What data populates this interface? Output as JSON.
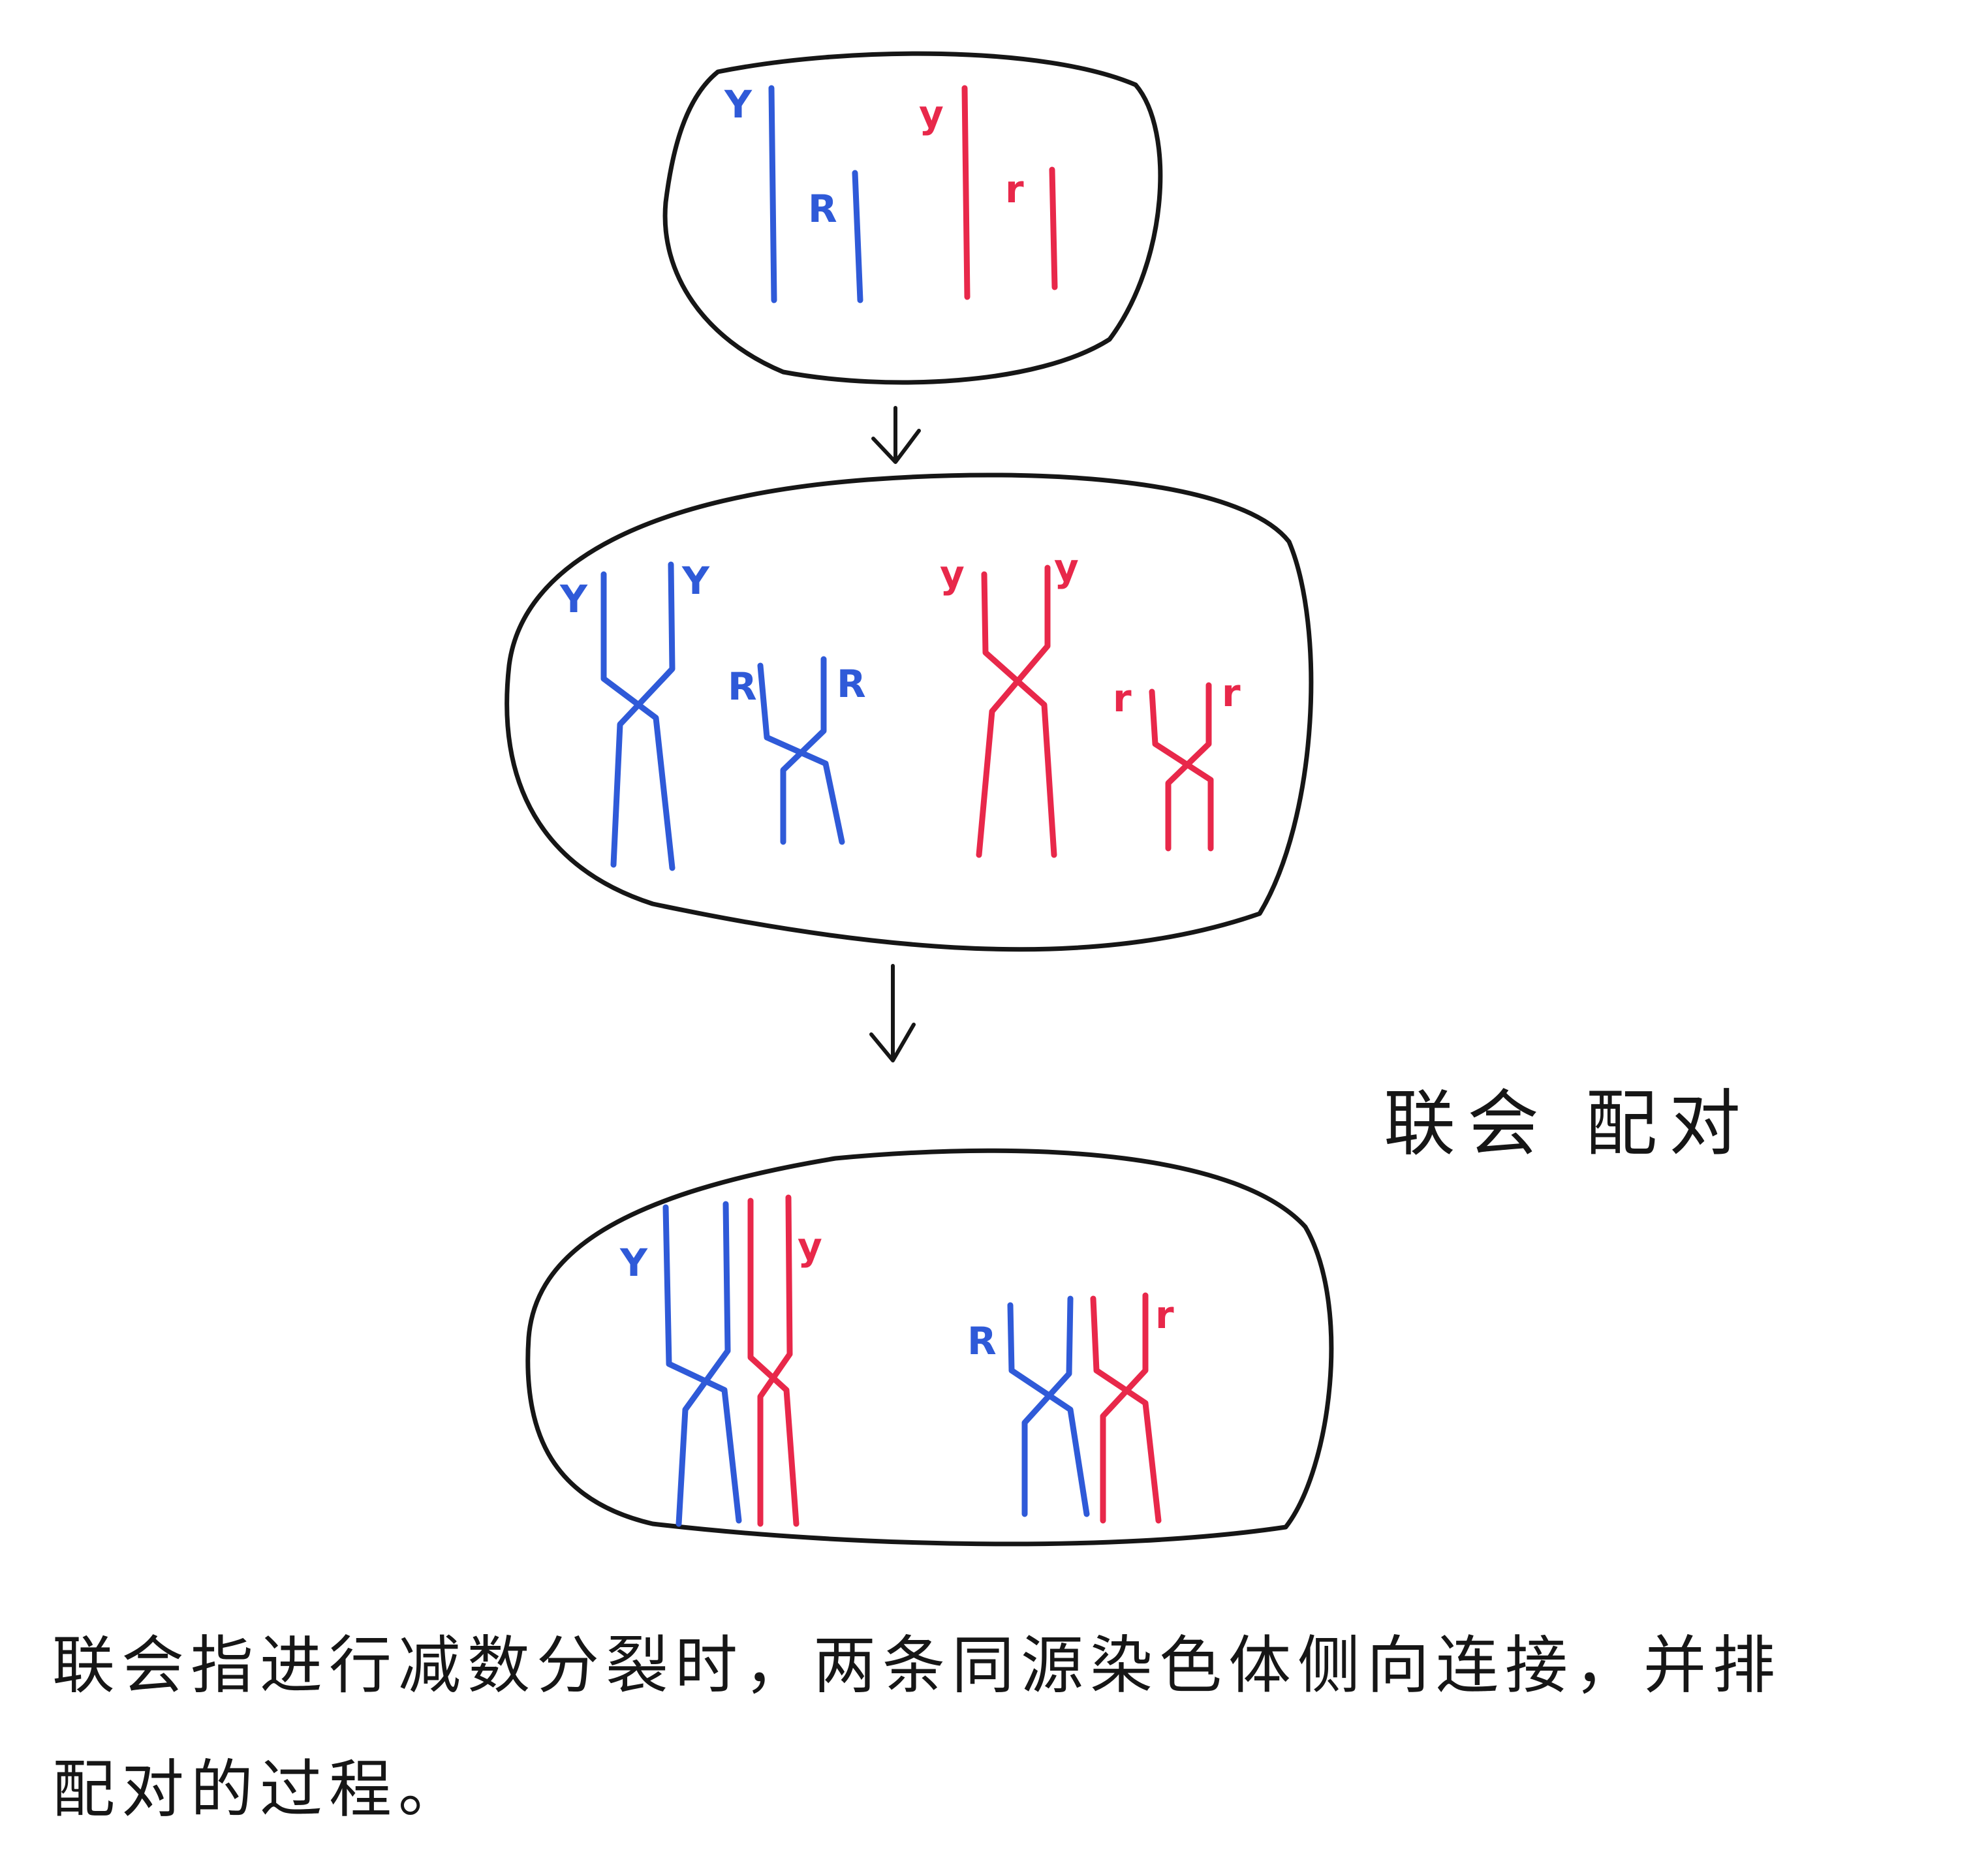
{
  "colors": {
    "maternal": "#2f5ad8",
    "paternal": "#e8284a",
    "ink": "#161616"
  },
  "stage1": {
    "alleles": [
      "Y",
      "R",
      "y",
      "r"
    ]
  },
  "stage2": {
    "alleles": [
      "Y",
      "Y",
      "R",
      "R",
      "y",
      "y",
      "r",
      "r"
    ]
  },
  "stage3": {
    "alleles": [
      "Y",
      "y",
      "R",
      "r"
    ]
  },
  "side_label": "联会 配对",
  "caption": {
    "line1": "联会指进行减数分裂时，两条同源染色体侧向连接，并排",
    "line2": "配对的过程。"
  }
}
